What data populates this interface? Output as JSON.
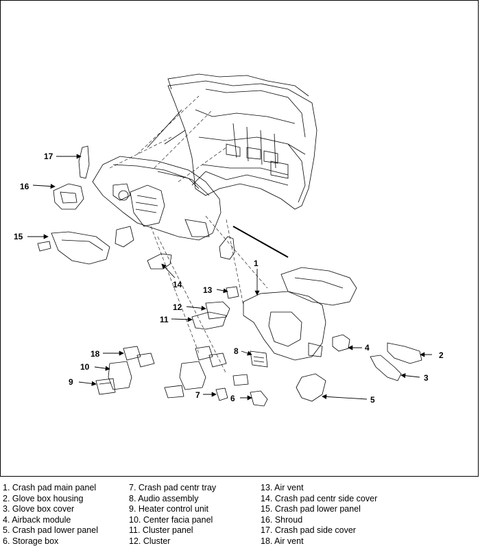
{
  "callouts": [
    "1",
    "2",
    "3",
    "4",
    "5",
    "6",
    "7",
    "8",
    "9",
    "10",
    "11",
    "12",
    "13",
    "14",
    "15",
    "16",
    "17",
    "18"
  ],
  "legend": {
    "col1": [
      "1. Crash pad main panel",
      "2. Glove box housing",
      "3. Glove box cover",
      "4. Airback module",
      "5. Crash pad lower panel",
      "6. Storage box"
    ],
    "col2": [
      "7. Crash pad centr tray",
      "8. Audio assembly",
      "9. Heater control unit",
      "10. Center facia panel",
      "11. Cluster panel",
      "12. Cluster"
    ],
    "col3": [
      "13. Air vent",
      "14. Crash pad centr side cover",
      "15. Crash pad lower panel",
      "16. Shroud",
      "17. Crash pad side cover",
      "18. Air vent"
    ]
  }
}
